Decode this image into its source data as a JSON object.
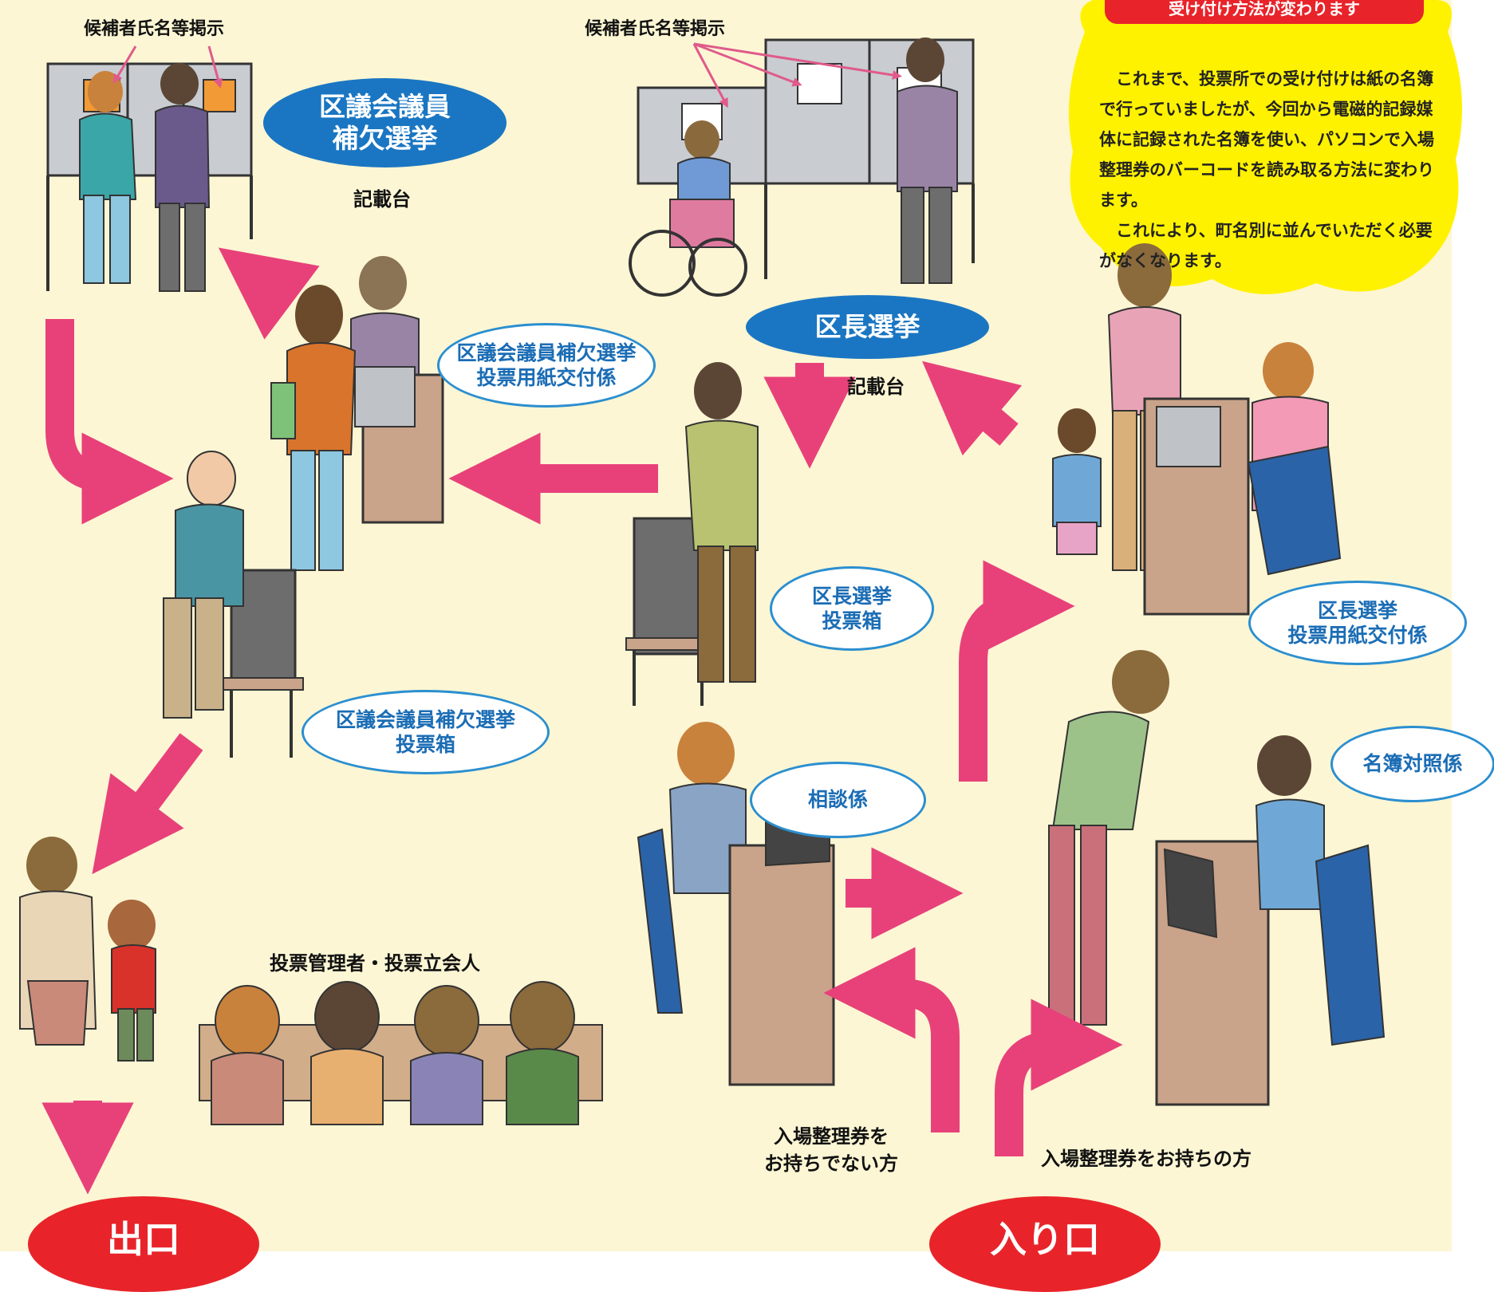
{
  "candidate_board_label_left": "候補者氏名等掲示",
  "candidate_board_label_center": "候補者氏名等掲示",
  "ward_council_by_election": [
    "区議会議員",
    "補欠選挙"
  ],
  "ward_head_election": "区長選挙",
  "writing_table_left": "記載台",
  "writing_table_center": "記載台",
  "ballot_issue_council": [
    "区議会議員補欠選挙",
    "投票用紙交付係"
  ],
  "ballot_box_head": [
    "区長選挙",
    "投票箱"
  ],
  "ballot_issue_head": [
    "区長選挙",
    "投票用紙交付係"
  ],
  "ballot_box_council": [
    "区議会議員補欠選挙",
    "投票箱"
  ],
  "consultation": "相談係",
  "register_check": "名簿対照係",
  "officials": "投票管理者・投票立会人",
  "no_ticket": [
    "入場整理券を",
    "お持ちでない方"
  ],
  "with_ticket": "入場整理券をお持ちの方",
  "exit": "出口",
  "entrance": "入り口",
  "notice": {
    "title": "受け付け方法が変わります",
    "paragraph1": "これまで、投票所での受け付けは紙の名簿で行っていましたが、今回から電磁的記録媒体に記録された名簿を使い、パソコンで入場整理券のバーコードを読み取る方法に変わります。",
    "paragraph2": "これにより、町名別に並んでいただく必要がなくなります。"
  },
  "colors": {
    "background": "#fcf6d4",
    "arrow": "#e8417a",
    "blue": "#1a76c2",
    "red": "#e8242a",
    "notice_bg": "#fff200"
  }
}
